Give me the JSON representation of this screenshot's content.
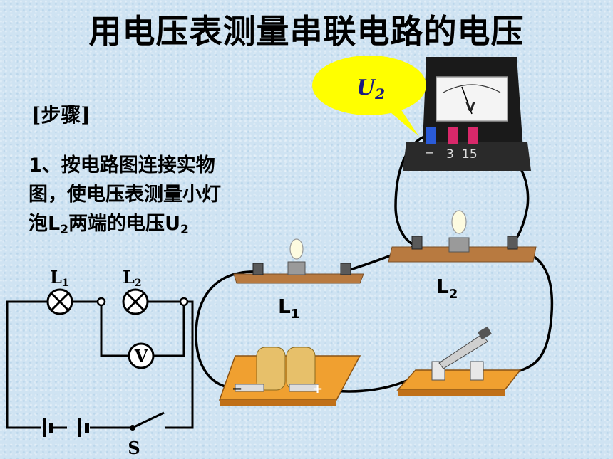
{
  "title": "用电压表测量串联电路的电压",
  "steps_label": "[步骤]",
  "step1": {
    "line1": "1、按电路图连接实物",
    "line2": "图，使电压表测量小灯",
    "line3_prefix": "泡",
    "line3_l": "L",
    "line3_l_sub": "2",
    "line3_mid": "两端的电压",
    "line3_u": "U",
    "line3_u_sub": "2"
  },
  "schematic": {
    "lamp1": "L",
    "lamp1_sub": "1",
    "lamp2": "L",
    "lamp2_sub": "2",
    "voltmeter": "V",
    "switch": "S"
  },
  "physical": {
    "callout": "U",
    "callout_sub": "2",
    "meter_terminals": [
      "3",
      "15"
    ],
    "meter_minus": "−",
    "meter_face": "V",
    "lamp1": "L",
    "lamp1_sub": "1",
    "lamp2": "L",
    "lamp2_sub": "2",
    "battery_minus": "−",
    "battery_plus": "+"
  },
  "colors": {
    "background": "#cfe3f2",
    "callout": "#ffff00",
    "board": "#c98a4a",
    "battery_board": "#f0a030"
  }
}
